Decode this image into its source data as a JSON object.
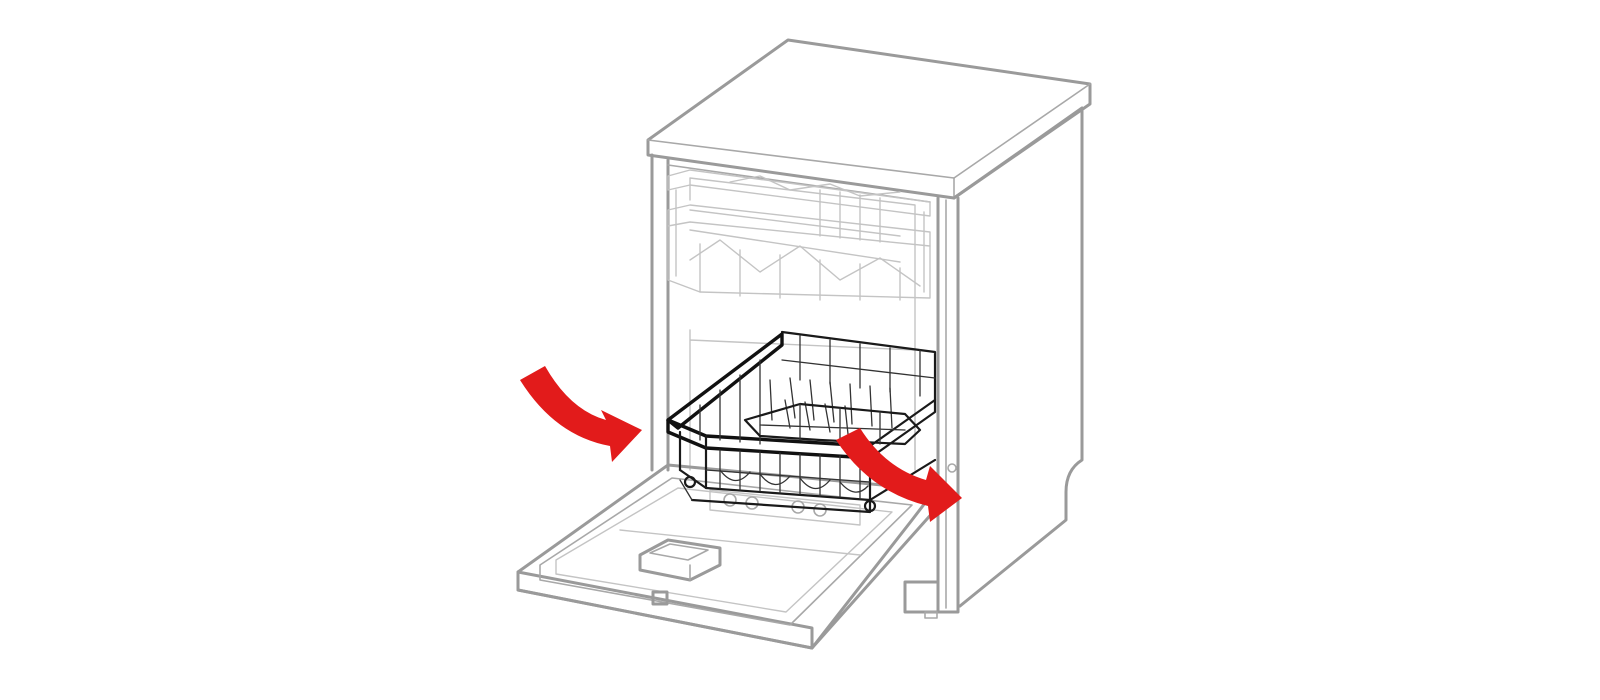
{
  "illustration": {
    "subject": "dishwasher-with-door-open-lower-rack",
    "background": "#ffffff",
    "line_color": "#9a9a9a",
    "rack_color": "#1a1a1a",
    "arrow_color": "#e21b1b"
  },
  "arrows": [
    {
      "name": "insert-arrow-icon",
      "direction": "in"
    },
    {
      "name": "remove-arrow-icon",
      "direction": "out"
    }
  ]
}
